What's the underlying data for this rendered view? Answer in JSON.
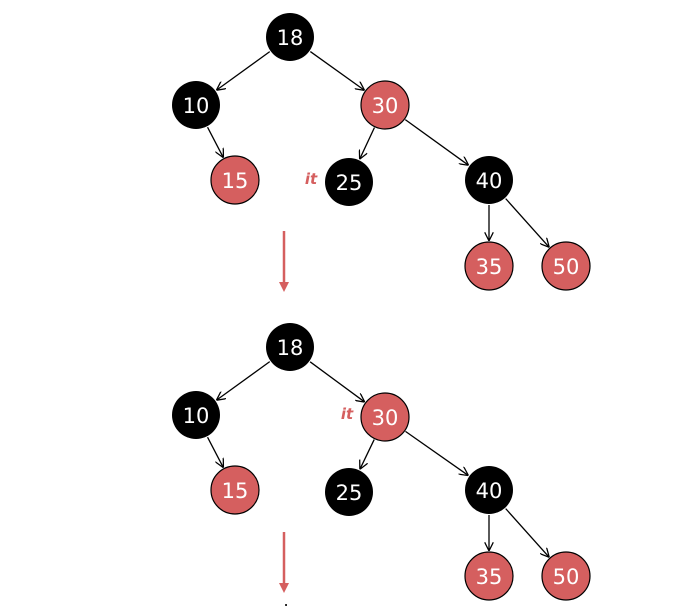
{
  "colors": {
    "red_node": "#d55f5f",
    "black_node": "#000000",
    "edge": "#000000",
    "flow_arrow": "#d55f5f",
    "it_label": "#d55f5f"
  },
  "trees": [
    {
      "iterator_at": "25",
      "iterator_label": "it",
      "nodes": [
        {
          "key": "18",
          "color": "black"
        },
        {
          "key": "10",
          "color": "black"
        },
        {
          "key": "30",
          "color": "red"
        },
        {
          "key": "15",
          "color": "red"
        },
        {
          "key": "25",
          "color": "black"
        },
        {
          "key": "40",
          "color": "black"
        },
        {
          "key": "35",
          "color": "red"
        },
        {
          "key": "50",
          "color": "red"
        }
      ],
      "edges": [
        [
          "18",
          "10"
        ],
        [
          "18",
          "30"
        ],
        [
          "10",
          "15"
        ],
        [
          "30",
          "25"
        ],
        [
          "30",
          "40"
        ],
        [
          "40",
          "35"
        ],
        [
          "40",
          "50"
        ]
      ]
    },
    {
      "iterator_at": "30",
      "iterator_label": "it",
      "nodes": [
        {
          "key": "18",
          "color": "black"
        },
        {
          "key": "10",
          "color": "black"
        },
        {
          "key": "30",
          "color": "red"
        },
        {
          "key": "15",
          "color": "red"
        },
        {
          "key": "25",
          "color": "black"
        },
        {
          "key": "40",
          "color": "black"
        },
        {
          "key": "35",
          "color": "red"
        },
        {
          "key": "50",
          "color": "red"
        }
      ],
      "edges": [
        [
          "18",
          "10"
        ],
        [
          "18",
          "30"
        ],
        [
          "10",
          "15"
        ],
        [
          "30",
          "25"
        ],
        [
          "30",
          "40"
        ],
        [
          "40",
          "35"
        ],
        [
          "40",
          "50"
        ]
      ]
    }
  ],
  "continuation": "."
}
